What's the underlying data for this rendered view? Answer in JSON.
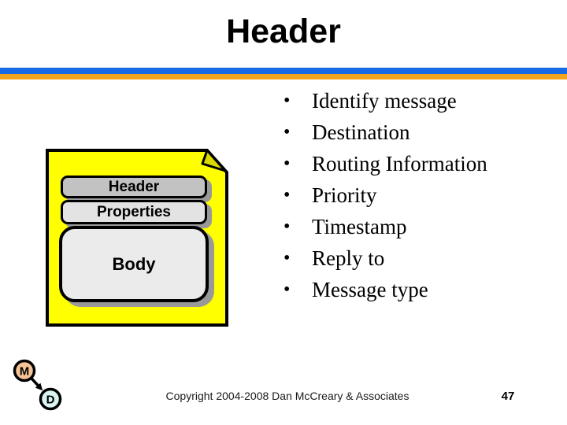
{
  "slide": {
    "title": "Header",
    "footer": "Copyright 2004-2008 Dan McCreary & Associates",
    "page_number": "47"
  },
  "bullets": {
    "marker": "•",
    "items": [
      "Identify message",
      "Destination",
      "Routing Information",
      "Priority",
      "Timestamp",
      "Reply to",
      "Message type"
    ]
  },
  "diagram": {
    "document": {
      "header_label": "Header",
      "properties_label": "Properties",
      "body_label": "Body"
    },
    "nodes": {
      "metadata": "M",
      "data": "D"
    }
  },
  "colors": {
    "divider_blue": "#1A6AE5",
    "divider_orange": "#F5A41E",
    "document_yellow": "#FFFF00",
    "fold_yellow": "#DADA00",
    "header_box_gray": "#C2C2C2",
    "properties_box_gray": "#E3E3E3",
    "body_box_gray": "#EBEBEB",
    "shadow_gray": "#999999",
    "node_m_fill": "#F6C496",
    "node_d_fill": "#D9F4F1",
    "outline_black": "#000000"
  }
}
